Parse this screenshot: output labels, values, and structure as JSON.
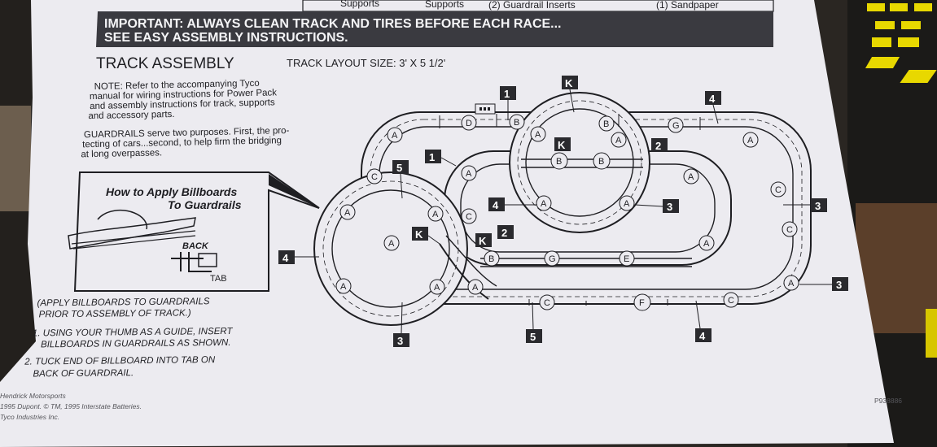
{
  "parts_row": {
    "supports_1": "Supports",
    "supports_2": "Supports",
    "guardrail_inserts": "(2) Guardrail Inserts",
    "sandpaper": "(1) Sandpaper"
  },
  "banner": {
    "line1": "IMPORTANT: ALWAYS CLEAN TRACK AND TIRES BEFORE EACH RACE...",
    "line2": "SEE EASY ASSEMBLY INSTRUCTIONS."
  },
  "title": "TRACK ASSEMBLY",
  "layout_size": "TRACK LAYOUT SIZE: 3' X 5 1/2'",
  "note_lines": [
    "NOTE: Refer to the accompanying Tyco",
    "manual for wiring instructions for Power Pack",
    "and assembly instructions for track, supports",
    "and accessory parts."
  ],
  "guardrail_lines": [
    "GUARDRAILS serve two purposes. First, the pro-",
    "tecting of cars...second, to help firm the bridging",
    "at long overpasses."
  ],
  "billboard_box": {
    "title_line1": "How to Apply Billboards",
    "title_line2": "To Guardrails",
    "back_label": "BACK",
    "tab_label": "TAB"
  },
  "apply_lines": [
    "(APPLY BILLBOARDS TO GUARDRAILS",
    "PRIOR TO ASSEMBLY OF TRACK.)"
  ],
  "step1_lines": [
    "1. USING YOUR THUMB AS A GUIDE, INSERT",
    "BILLBOARDS IN GUARDRAILS AS SHOWN."
  ],
  "step2_lines": [
    "2. TUCK END OF BILLBOARD INTO TAB ON",
    "BACK OF GUARDRAIL."
  ],
  "credits": [
    "Hendrick Motorsports",
    "1995 Dupont. © TM, 1995 Interstate Batteries.",
    "Tyco Industries Inc."
  ],
  "part_number": "P938886",
  "track_labels": {
    "A": "A",
    "B": "B",
    "C": "C",
    "D": "D",
    "E": "E",
    "F": "F",
    "G": "G",
    "K": "K"
  },
  "support_labels": {
    "one": "1",
    "two": "2",
    "three": "3",
    "four": "4",
    "five": "5",
    "K": "K"
  },
  "colors": {
    "paper": "#ecebf0",
    "ink": "#1e1e22",
    "banner": "#3a3a40",
    "banner_text": "#f4f4f6",
    "yellow": "#e8d800"
  }
}
